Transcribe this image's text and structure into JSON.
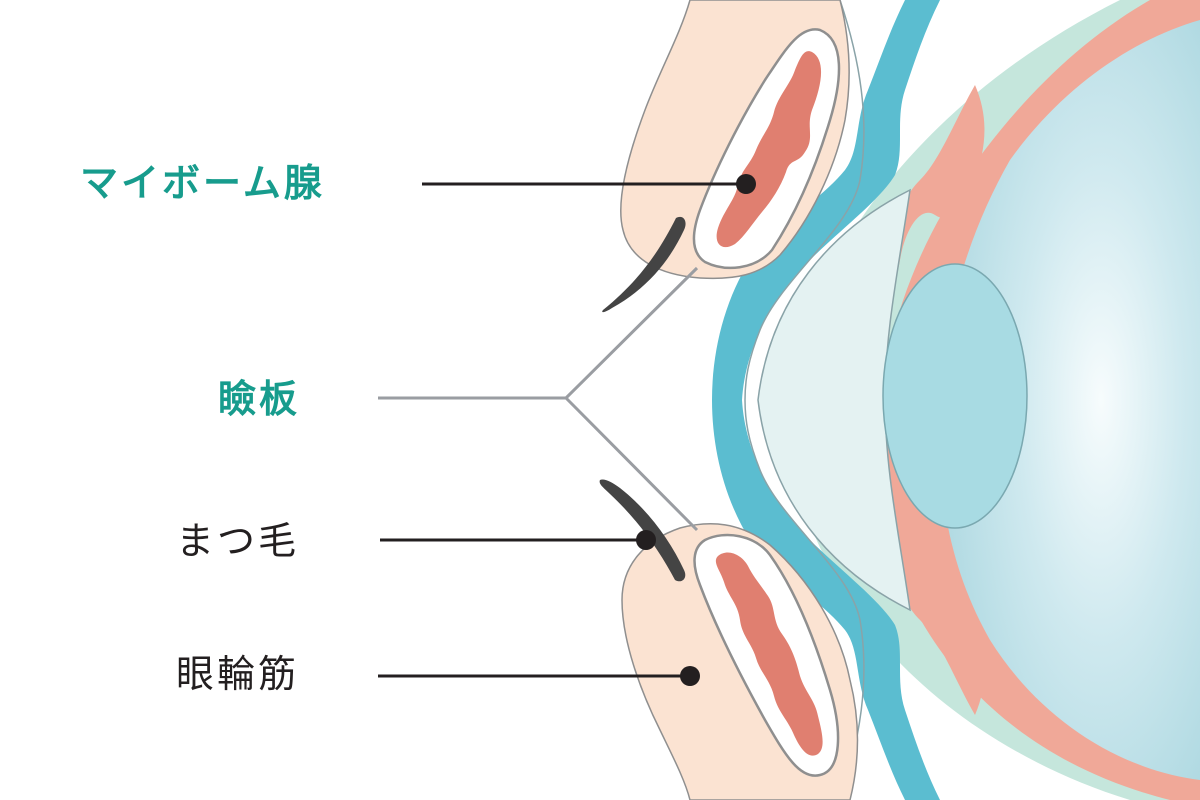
{
  "labels": {
    "meibomian_gland": "マイボーム腺",
    "tarsus": "瞼板",
    "eyelash": "まつ毛",
    "orbicularis_muscle": "眼輪筋"
  },
  "colors": {
    "accent_label": "#179c8d",
    "plain_label": "#231f20",
    "skin": "#fbe3d2",
    "tarsal_plate": "#ffffff",
    "gland": "#e07f70",
    "conjunctiva": "#5bbdd0",
    "sclera_band": "#c8e6e0",
    "iris": "#f0a898",
    "eyeball": "#bfe3ea",
    "lens": "#a8dbe3",
    "cornea": "#e6f3f3",
    "eyelash": "#444444",
    "leader_line": "#231f20",
    "tarsus_line": "#9a9da2"
  }
}
